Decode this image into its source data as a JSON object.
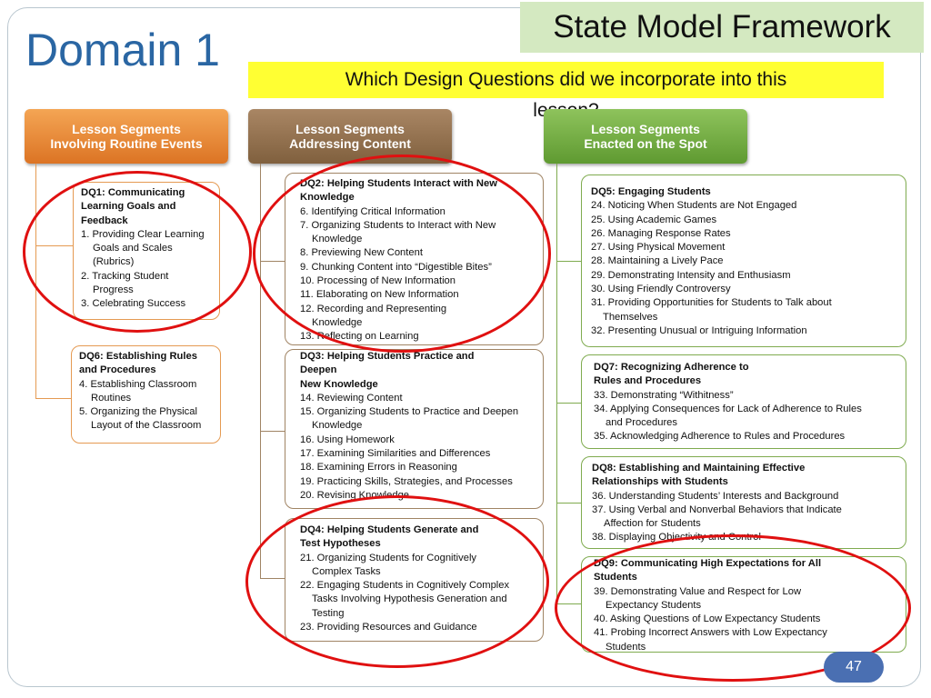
{
  "slide": {
    "title": "Domain 1",
    "framework_label": "State Model Framework",
    "question_line1": "Which Design Questions did we incorporate into this",
    "question_line2": "lesson?",
    "page_number": "47"
  },
  "headers": {
    "routine_line1": "Lesson Segments",
    "routine_line2": "Involving Routine Events",
    "content_line1": "Lesson Segments",
    "content_line2": "Addressing Content",
    "spot_line1": "Lesson Segments",
    "spot_line2": "Enacted on the Spot"
  },
  "dq1": {
    "title": "DQ1: Communicating Learning Goals and Feedback",
    "items": [
      "1. Providing Clear Learning Goals and Scales (Rubrics)",
      "2. Tracking Student Progress",
      "3. Celebrating Success"
    ]
  },
  "dq6": {
    "title": "DQ6: Establishing Rules and Procedures",
    "items": [
      "4. Establishing Classroom Routines",
      "5. Organizing the Physical Layout of the Classroom"
    ]
  },
  "dq2": {
    "title": "DQ2: Helping Students Interact with New Knowledge",
    "items": [
      "6. Identifying Critical Information",
      "7. Organizing Students to Interact with New Knowledge",
      "8. Previewing New Content",
      "9. Chunking Content into “Digestible Bites”",
      "10. Processing of New Information",
      "11. Elaborating on New Information",
      "12. Recording and Representing Knowledge",
      "13. Reflecting on Learning"
    ]
  },
  "dq3": {
    "title": "DQ3: Helping Students Practice and Deepen",
    "title2": "New Knowledge",
    "items": [
      "14. Reviewing Content",
      "15. Organizing Students to Practice and Deepen      Knowledge",
      "16. Using Homework",
      "17. Examining Similarities and Differences",
      "18. Examining Errors in Reasoning",
      "19. Practicing Skills, Strategies, and Processes",
      "20. Revising Knowledge"
    ]
  },
  "dq4": {
    "title": "DQ4: Helping Students Generate and Test Hypotheses",
    "items": [
      "21. Organizing Students for Cognitively Complex Tasks",
      "22. Engaging Students in Cognitively Complex Tasks Involving Hypothesis Generation and Testing",
      "23. Providing Resources and Guidance"
    ]
  },
  "dq5": {
    "title": "DQ5: Engaging Students",
    "items": [
      "24. Noticing When Students are Not Engaged",
      "25. Using Academic Games",
      "26. Managing Response Rates",
      "27. Using Physical Movement",
      "28. Maintaining a Lively Pace",
      "29. Demonstrating Intensity and Enthusiasm",
      "30. Using Friendly Controversy",
      "31. Providing Opportunities for Students to Talk about Themselves",
      "32. Presenting Unusual or Intriguing Information"
    ]
  },
  "dq7": {
    "title": "DQ7: Recognizing Adherence to Rules and Procedures",
    "items": [
      "33. Demonstrating “Withitness”",
      "34. Applying Consequences for Lack of Adherence to Rules and Procedures",
      "35. Acknowledging Adherence to Rules and Procedures"
    ]
  },
  "dq8": {
    "title": "DQ8: Establishing and Maintaining Effective Relationships with Students",
    "items": [
      "36. Understanding Students’ Interests and Background",
      "37. Using Verbal and Nonverbal Behaviors that Indicate Affection for Students",
      "38. Displaying Objectivity and Control"
    ]
  },
  "dq9": {
    "title": "DQ9: Communicating High Expectations for All Students",
    "items": [
      "39. Demonstrating Value and Respect for Low Expectancy Students",
      "40. Asking Questions of Low Expectancy Students",
      "41. Probing Incorrect Answers with Low Expectancy Students"
    ]
  },
  "colors": {
    "title_blue": "#2a66a3",
    "highlight_yellow": "#ffff33",
    "framework_green": "#d4e9c1",
    "routine_orange": "#dc7424",
    "content_brown": "#80603e",
    "spot_green": "#5f9a31",
    "circle_red": "#e01010"
  }
}
